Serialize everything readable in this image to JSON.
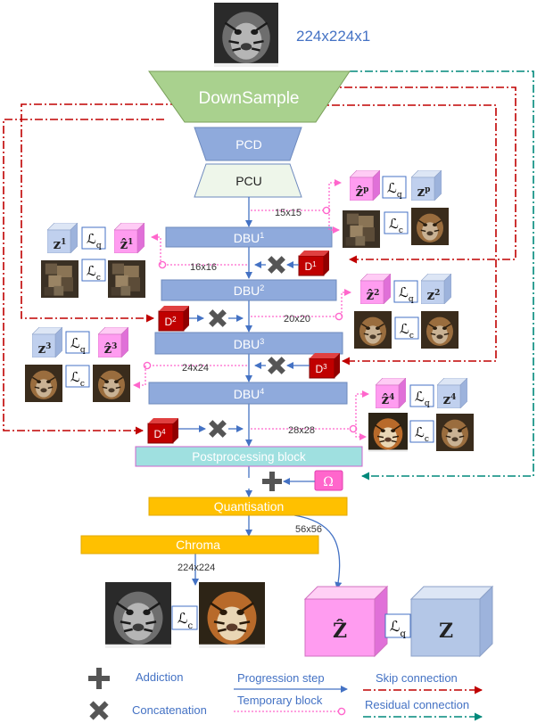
{
  "input": {
    "size_label": "224x224x1"
  },
  "blocks": {
    "downsample": "DownSample",
    "pcd": "PCD",
    "pcu": "PCU",
    "dbu1": "DBU",
    "dbu1_sup": "1",
    "dbu2": "DBU",
    "dbu2_sup": "2",
    "dbu3": "DBU",
    "dbu3_sup": "3",
    "dbu4": "DBU",
    "dbu4_sup": "4",
    "post": "Postprocessing block",
    "quant": "Quantisation",
    "chroma": "Chroma",
    "omega": "Ω"
  },
  "d_blocks": [
    {
      "base": "D",
      "sup": "1"
    },
    {
      "base": "D",
      "sup": "2"
    },
    {
      "base": "D",
      "sup": "3"
    },
    {
      "base": "D",
      "sup": "4"
    }
  ],
  "sizes": {
    "s15": "15x15",
    "s16": "16x16",
    "s20": "20x20",
    "s24": "24x24",
    "s28": "28x28",
    "s56": "56x56",
    "s224": "224x224"
  },
  "symbols": {
    "lq": "ℒ",
    "lq_sub": "q",
    "lc": "ℒ",
    "lc_sub": "c",
    "zhat": "ẑ",
    "z": "z",
    "sup_p": "p",
    "sup_1": "1",
    "sup_2": "2",
    "sup_3": "3",
    "sup_4": "4",
    "big_zhat": "Ẑ",
    "big_z": "Z"
  },
  "legend": {
    "addiction": "Addiction",
    "concatenation": "Concatenation",
    "progression": "Progression step",
    "temporary": "Temporary block",
    "skip": "Skip connection",
    "residual": "Residual connection"
  },
  "colors": {
    "downsample": "#a9d18e",
    "pc_block": "#8faadc",
    "dbu": "#8faadc",
    "post": "#9fe0e0",
    "quant": "#ffc000",
    "d_block": "#c00000",
    "omega": "#ff66cc",
    "cube_pink": "#ff99ee",
    "cube_blue": "#b4c7e7",
    "flow": "#4472c4",
    "temp": "#ff66cc",
    "skip": "#c00000",
    "residual": "#00897b"
  }
}
